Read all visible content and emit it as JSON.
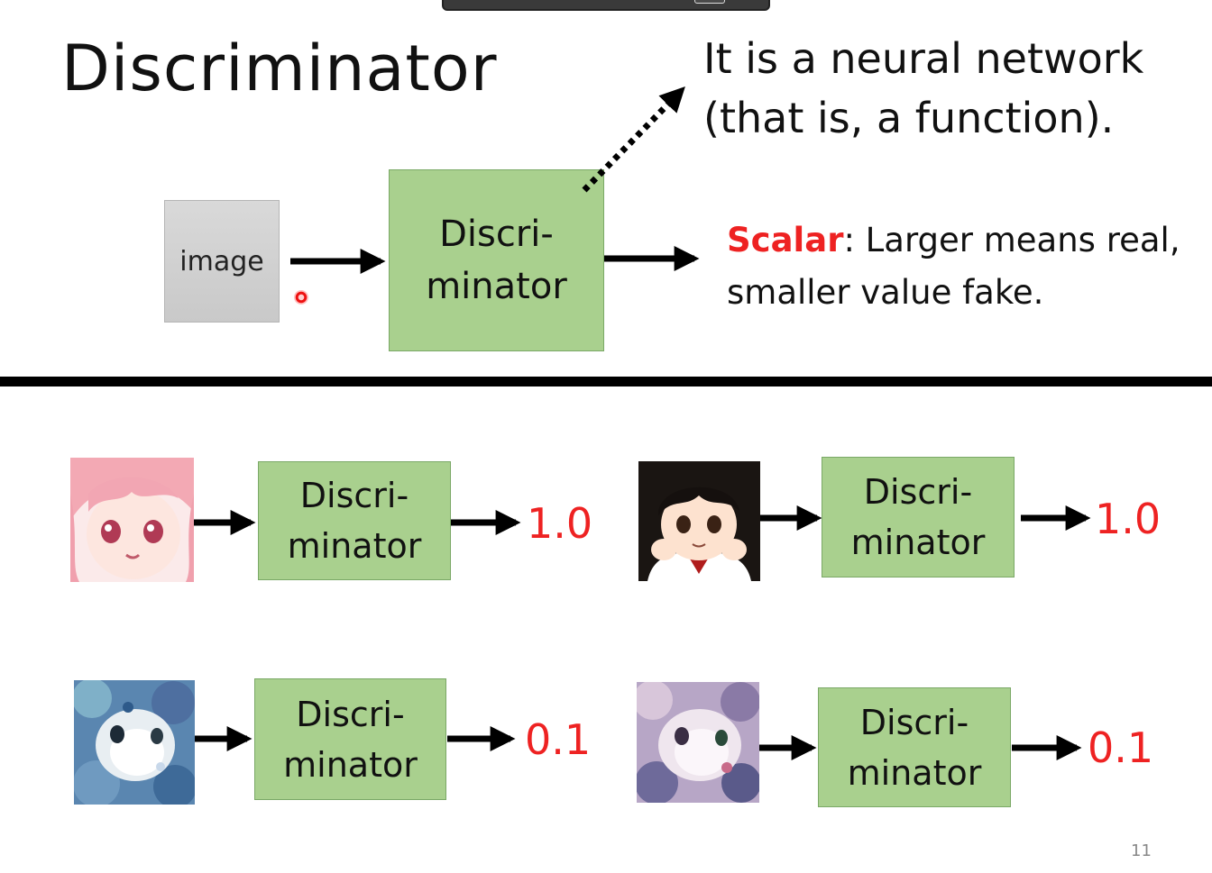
{
  "slide": {
    "title": "Discriminator",
    "note_line1": "It is a neural network",
    "note_line2": "(that is, a function).",
    "input_label": "image",
    "disc_line1": "Discri-",
    "disc_line2": "minator",
    "scalar_key": "Scalar",
    "scalar_rest_line1": ": Larger means real,",
    "scalar_line2": "smaller value fake.",
    "page_number": "11"
  },
  "examples": [
    {
      "kind": "real anime face (pink hair)",
      "line1": "Discri-",
      "line2": "minator",
      "score": "1.0"
    },
    {
      "kind": "real anime face (dark hair)",
      "line1": "Discri-",
      "line2": "minator",
      "score": "1.0"
    },
    {
      "kind": "noisy generated image",
      "line1": "Discri-",
      "line2": "minator",
      "score": "0.1"
    },
    {
      "kind": "noisy generated image",
      "line1": "Discri-",
      "line2": "minator",
      "score": "0.1"
    }
  ],
  "colors": {
    "box_green": "#a9d08e",
    "score_red": "#ee2222",
    "scalar_red": "#ee2222",
    "divider": "#000000"
  }
}
